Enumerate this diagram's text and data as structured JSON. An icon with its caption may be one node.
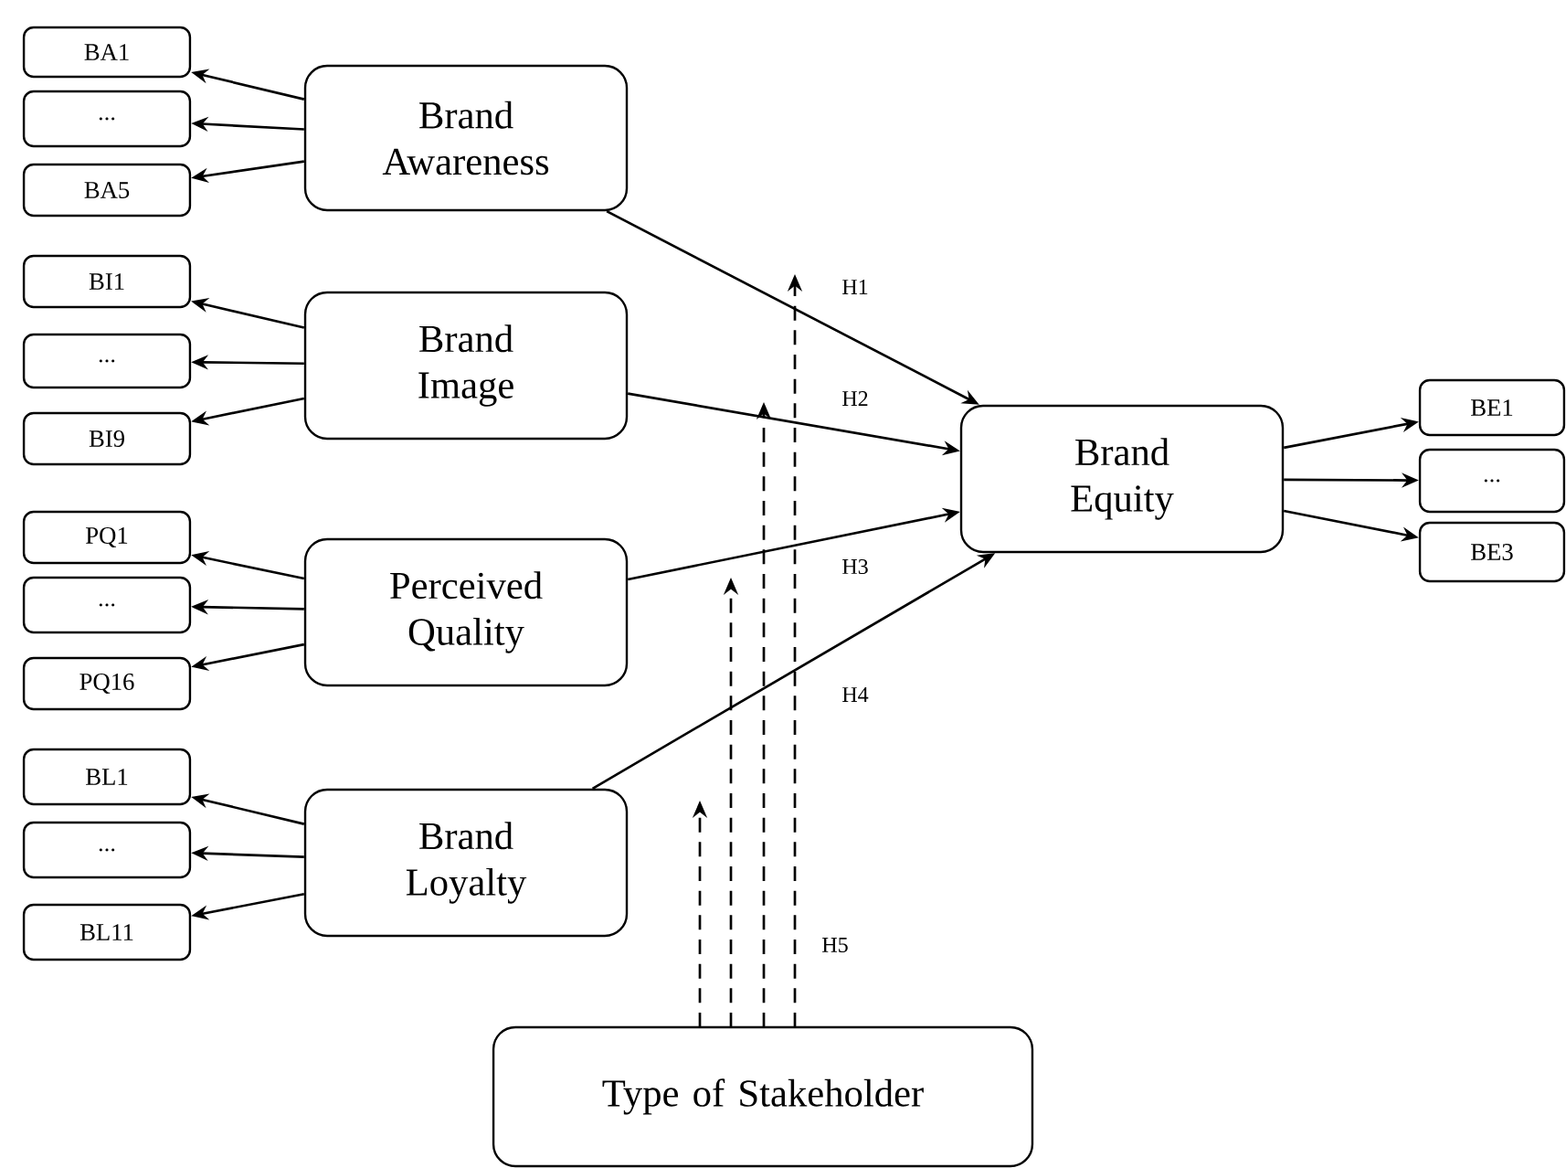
{
  "diagram": {
    "nodes": [
      {
        "text": [
          "BA1"
        ]
      },
      {
        "text": [
          "..."
        ]
      },
      {
        "text": [
          "BA5"
        ]
      },
      {
        "text": [
          "Brand Awareness"
        ]
      },
      {
        "text": [
          "BI1"
        ]
      },
      {
        "text": [
          "..."
        ]
      },
      {
        "text": [
          "BI9"
        ]
      },
      {
        "text": [
          "Brand Image"
        ]
      },
      {
        "text": [
          "PQ1"
        ]
      },
      {
        "text": [
          "..."
        ]
      },
      {
        "text": [
          "PQ16"
        ]
      },
      {
        "text": [
          "Perceived Quality"
        ]
      },
      {
        "text": [
          "BL1"
        ]
      },
      {
        "text": [
          "..."
        ]
      },
      {
        "text": [
          "BL11"
        ]
      },
      {
        "text": [
          "Brand Loyalty"
        ]
      },
      {
        "text": [
          "Brand Equity"
        ]
      },
      {
        "text": [
          "BE1"
        ]
      },
      {
        "text": [
          "..."
        ]
      },
      {
        "text": [
          "BE3"
        ]
      },
      {
        "text": [
          "Type of Stakeholder"
        ]
      }
    ],
    "edges": [
      {
        "from": 3,
        "to": 0,
        "arrow": "to"
      },
      {
        "from": 3,
        "to": 1,
        "arrow": "to"
      },
      {
        "from": 3,
        "to": 2,
        "arrow": "to"
      },
      {
        "from": 7,
        "to": 4,
        "arrow": "to"
      },
      {
        "from": 7,
        "to": 5,
        "arrow": "to"
      },
      {
        "from": 7,
        "to": 6,
        "arrow": "to"
      },
      {
        "from": 11,
        "to": 8,
        "arrow": "to"
      },
      {
        "from": 11,
        "to": 9,
        "arrow": "to"
      },
      {
        "from": 11,
        "to": 10,
        "arrow": "to"
      },
      {
        "from": 15,
        "to": 12,
        "arrow": "to"
      },
      {
        "from": 15,
        "to": 13,
        "arrow": "to"
      },
      {
        "from": 15,
        "to": 14,
        "arrow": "to"
      },
      {
        "from": 3,
        "to": 16,
        "arrow": "to",
        "label": "H1"
      },
      {
        "from": 7,
        "to": 16,
        "arrow": "to",
        "label": "H2"
      },
      {
        "from": 11,
        "to": 16,
        "arrow": "to",
        "label": "H3"
      },
      {
        "from": 15,
        "to": 16,
        "arrow": "to",
        "label": "H4"
      },
      {
        "from": 16,
        "to": 17,
        "arrow": "to"
      },
      {
        "from": 16,
        "to": 18,
        "arrow": "to"
      },
      {
        "from": 16,
        "to": 19,
        "arrow": "to"
      },
      {
        "from": 20,
        "to": null,
        "arrow": "to",
        "style": "dashed"
      },
      {
        "from": 20,
        "to": null,
        "arrow": "to",
        "style": "dashed"
      },
      {
        "from": 20,
        "to": null,
        "arrow": "to",
        "style": "dashed"
      },
      {
        "from": 20,
        "to": null,
        "arrow": "to",
        "style": "dashed",
        "label": "H5"
      }
    ]
  }
}
